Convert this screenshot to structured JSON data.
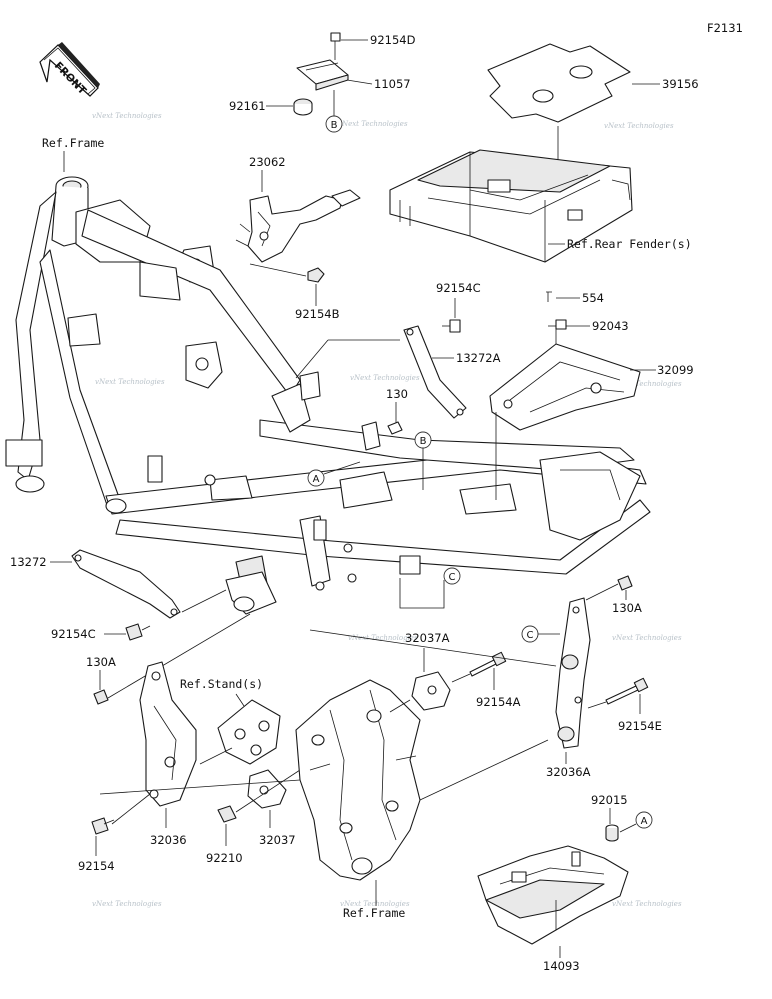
{
  "figure_id": "F2131",
  "front_badge": "FRONT",
  "watermark": "vNext Technologies",
  "callouts": [
    "A",
    "B",
    "C"
  ],
  "labels": {
    "p92154D": "92154D",
    "p11057": "11057",
    "p92161": "92161",
    "p39156": "39156",
    "refFrame1": "Ref.Frame",
    "p23062": "23062",
    "p92154B": "92154B",
    "refRearFender": "Ref.Rear Fender(s)",
    "p92154C_top": "92154C",
    "p554": "554",
    "p92043": "92043",
    "p13272A": "13272A",
    "p32099": "32099",
    "p130_top": "130",
    "p13272": "13272",
    "p92154C_left": "92154C",
    "p130A_left": "130A",
    "p130A_right": "130A",
    "p32037A": "32037A",
    "refStand": "Ref.Stand(s)",
    "p92154A": "92154A",
    "p92154E": "92154E",
    "p32036A": "32036A",
    "p32036": "32036",
    "p92154": "92154",
    "p92210": "92210",
    "p32037": "32037",
    "p92015": "92015",
    "refFrame2": "Ref.Frame",
    "p14093": "14093"
  }
}
